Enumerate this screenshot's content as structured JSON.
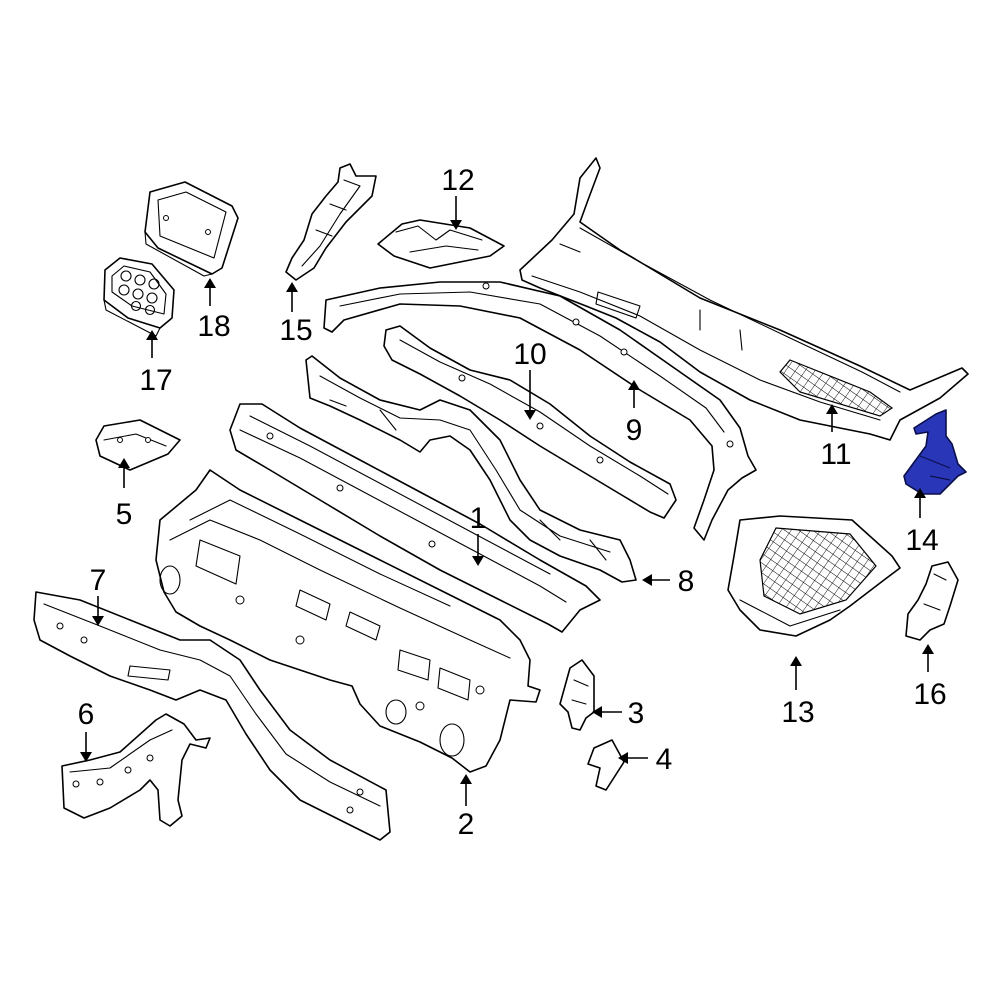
{
  "callouts": {
    "c1": "1",
    "c2": "2",
    "c3": "3",
    "c4": "4",
    "c5": "5",
    "c6": "6",
    "c7": "7",
    "c8": "8",
    "c9": "9",
    "c10": "10",
    "c11": "11",
    "c12": "12",
    "c13": "13",
    "c14": "14",
    "c15": "15",
    "c16": "16",
    "c17": "17",
    "c18": "18"
  },
  "colors": {
    "highlight_part": "#2a36b8",
    "line": "#000000",
    "background": "#ffffff"
  },
  "highlighted_part": "14"
}
